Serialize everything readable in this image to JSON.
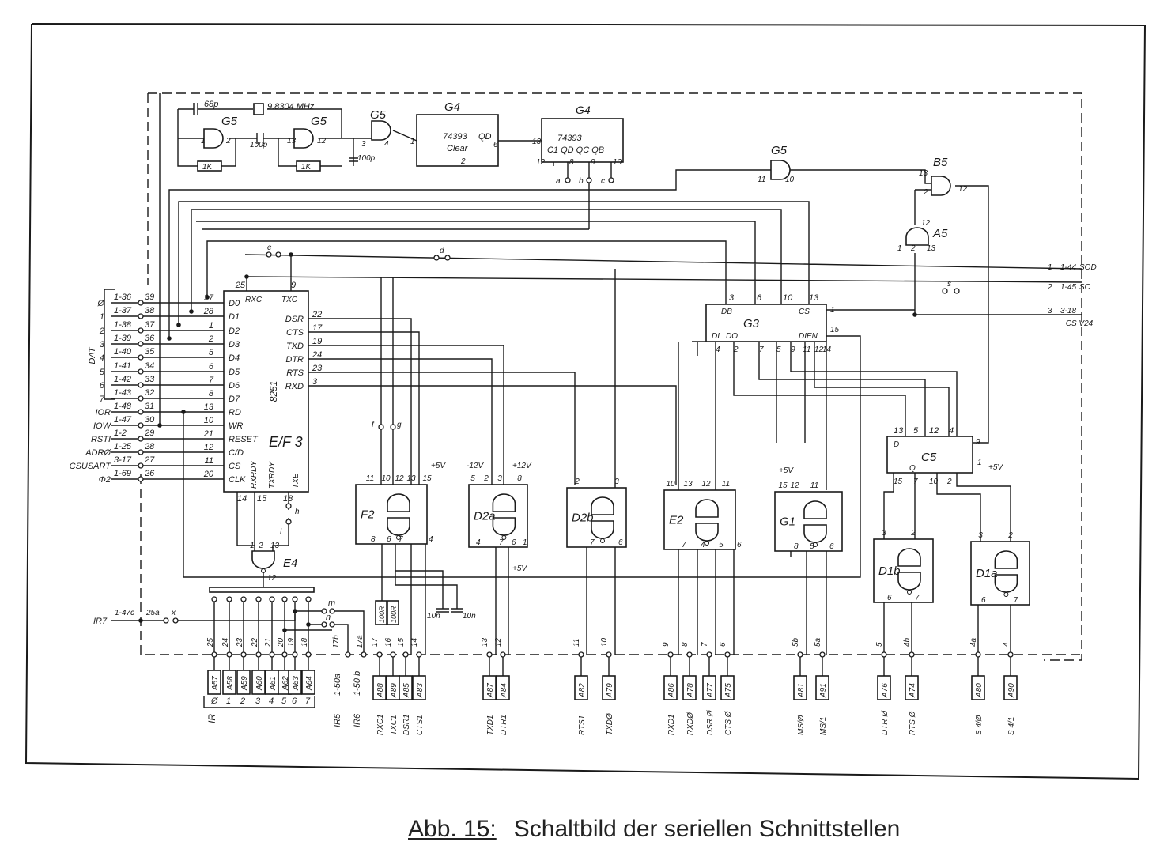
{
  "caption": {
    "number": "Abb. 15:",
    "title": "Schaltbild der seriellen Schnittstellen"
  },
  "oscillator": {
    "c1": "68p",
    "crystal": "9.8304 MHz",
    "c2": "100p",
    "c3": "100p",
    "r1": "1K",
    "r2": "1K",
    "gate1": "G5",
    "gate2": "G5",
    "gate3": "G5",
    "p1": "1",
    "p2": "2",
    "p13": "13",
    "p12": "12",
    "p3": "3",
    "p4": "4"
  },
  "counter1": {
    "name": "G4",
    "type": "74393",
    "out": "QD",
    "clear": "Clear",
    "pin_in": "1",
    "pin_out": "6",
    "pin_clr": "2"
  },
  "counter2": {
    "name": "G4",
    "type": "74393",
    "pins": "C1  QD  QC  QB",
    "pin_in": "13",
    "pin_c1": "12",
    "p8": "8",
    "p9": "9",
    "p10": "10",
    "a": "a",
    "b": "b",
    "c": "c"
  },
  "uart": {
    "chip": "8251",
    "ref": "E/F 3",
    "left_pins": [
      {
        "num": "27",
        "name": "D0"
      },
      {
        "num": "28",
        "name": "D1"
      },
      {
        "num": "1",
        "name": "D2"
      },
      {
        "num": "2",
        "name": "D3"
      },
      {
        "num": "5",
        "name": "D4"
      },
      {
        "num": "6",
        "name": "D5"
      },
      {
        "num": "7",
        "name": "D6"
      },
      {
        "num": "8",
        "name": "D7"
      },
      {
        "num": "13",
        "name": "RD"
      },
      {
        "num": "10",
        "name": "WR"
      },
      {
        "num": "21",
        "name": "RESET"
      },
      {
        "num": "12",
        "name": "C/D"
      },
      {
        "num": "11",
        "name": "CS"
      },
      {
        "num": "20",
        "name": "CLK"
      }
    ],
    "right_pins": [
      {
        "num": "22",
        "name": "DSR"
      },
      {
        "num": "17",
        "name": "CTS"
      },
      {
        "num": "19",
        "name": "TXD"
      },
      {
        "num": "24",
        "name": "DTR"
      },
      {
        "num": "23",
        "name": "RTS"
      },
      {
        "num": "3",
        "name": "RXD"
      }
    ],
    "top_pins": [
      {
        "num": "25",
        "name": "RXC"
      },
      {
        "num": "9",
        "name": "TXC"
      }
    ],
    "bottom_pins": [
      {
        "num": "14",
        "name": "RXRDY"
      },
      {
        "num": "15",
        "name": "TXRDY"
      },
      {
        "num": "18",
        "name": "TXE"
      }
    ]
  },
  "bus": {
    "group_label": "DAT",
    "rows": [
      {
        "signal": "Ø",
        "contact": "1-36",
        "pin": "39"
      },
      {
        "signal": "1",
        "contact": "1-37",
        "pin": "38"
      },
      {
        "signal": "2",
        "contact": "1-38",
        "pin": "37"
      },
      {
        "signal": "3",
        "contact": "1-39",
        "pin": "36"
      },
      {
        "signal": "4",
        "contact": "1-40",
        "pin": "35"
      },
      {
        "signal": "5",
        "contact": "1-41",
        "pin": "34"
      },
      {
        "signal": "6",
        "contact": "1-42",
        "pin": "33"
      },
      {
        "signal": "7",
        "contact": "1-43",
        "pin": "32"
      },
      {
        "signal": "IOR",
        "contact": "1-48",
        "pin": "31"
      },
      {
        "signal": "IOW",
        "contact": "1-47",
        "pin": "30"
      },
      {
        "signal": "RSTI",
        "contact": "1-2",
        "pin": "29"
      },
      {
        "signal": "ADRØ",
        "contact": "1-25",
        "pin": "28"
      },
      {
        "signal": "CSUSART",
        "contact": "3-17",
        "pin": "27"
      },
      {
        "signal": "Φ2",
        "contact": "1-69",
        "pin": "26"
      }
    ]
  },
  "g3": {
    "name": "G3",
    "db": "DB",
    "di": "DI",
    "do": "DO",
    "cs": "CS",
    "dien": "DIEN",
    "top_pins": [
      "3",
      "6",
      "10",
      "13"
    ],
    "pin1": "1",
    "pin15": "15",
    "bottom_pins": [
      "4",
      "2",
      "7",
      "5",
      "9",
      "11",
      "12",
      "14"
    ]
  },
  "logic": {
    "g5": "G5",
    "g5_in": "11",
    "g5_out": "10",
    "b5": "B5",
    "b5_in": "13",
    "b5_in2": "2",
    "b5_out": "12",
    "a5": "A5",
    "a5_out": "12",
    "a5_in": [
      "1",
      "2",
      "13"
    ]
  },
  "right_outputs": [
    {
      "pin": "1",
      "contact": "1-44",
      "signal": "SOD"
    },
    {
      "pin": "2",
      "contact": "1-45",
      "signal": "SC"
    },
    {
      "pin": "3",
      "contact": "3-18",
      "signal": "CS V24"
    }
  ],
  "jumpers": {
    "e": "e",
    "d": "d",
    "s": "s",
    "f": "f",
    "g": "g",
    "h": "h",
    "i": "i",
    "m": "m",
    "n": "n",
    "x": "x"
  },
  "drivers": [
    {
      "name": "F2",
      "top": [
        "11",
        "10",
        "12",
        "13",
        "15"
      ],
      "bottom": [
        "8",
        "6",
        "7",
        "4"
      ],
      "supply": "+5V"
    },
    {
      "name": "D2a",
      "top": [
        "5",
        "2",
        "3",
        "8"
      ],
      "bottom": [
        "4",
        "7",
        "6",
        "1"
      ],
      "supply": "-12V",
      "supply2": "+12V",
      "supply3": "+5V"
    },
    {
      "name": "D2b",
      "top": [
        "2",
        "3"
      ],
      "bottom": [
        "7",
        "6"
      ]
    },
    {
      "name": "E2",
      "top": [
        "10",
        "13",
        "12",
        "11"
      ],
      "bottom": [
        "7",
        "4",
        "5",
        "6"
      ]
    },
    {
      "name": "G1",
      "top": [
        "15",
        "12",
        "11"
      ],
      "bottom": [
        "8",
        "5",
        "6"
      ],
      "supply": "+5V"
    },
    {
      "name": "D1b",
      "top": [
        "3",
        "2"
      ],
      "bottom": [
        "6",
        "7"
      ]
    },
    {
      "name": "D1a",
      "top": [
        "3",
        "2"
      ],
      "bottom": [
        "6",
        "7"
      ]
    }
  ],
  "c5": {
    "name": "C5",
    "d": "D",
    "q": "Q",
    "top": [
      "13",
      "5",
      "12",
      "4"
    ],
    "pin9": "9",
    "pin1": "1",
    "supply": "+5V",
    "bottom": [
      "15",
      "7",
      "10",
      "2"
    ]
  },
  "e4": {
    "name": "E4",
    "in": [
      "1",
      "2",
      "13"
    ],
    "out": "12"
  },
  "passives": {
    "r100a": "100R",
    "r100b": "100R",
    "c10a": "10n",
    "c10b": "10n"
  },
  "interrupt": {
    "signal": "IR7",
    "contact": "1-47c",
    "pin": "25a"
  },
  "ir_connectors": {
    "group_label": "IR",
    "items": [
      {
        "pin": "25",
        "box": "A57",
        "num": "Ø"
      },
      {
        "pin": "24",
        "box": "A58",
        "num": "1"
      },
      {
        "pin": "23",
        "box": "A59",
        "num": "2"
      },
      {
        "pin": "22",
        "box": "A60",
        "num": "3"
      },
      {
        "pin": "21",
        "box": "A61",
        "num": "4"
      },
      {
        "pin": "20",
        "box": "A62",
        "num": "5"
      },
      {
        "pin": "19",
        "box": "A63",
        "num": "6"
      },
      {
        "pin": "18",
        "box": "A64",
        "num": "7"
      }
    ],
    "ir5": {
      "pin": "17b",
      "contact": "1-50a",
      "signal": "IR5"
    },
    "ir6": {
      "pin": "17a",
      "contact": "1-50 b",
      "signal": "IR6"
    }
  },
  "connectors": [
    {
      "pin": "17",
      "box": "A88",
      "signal": "RXC1"
    },
    {
      "pin": "16",
      "box": "A89",
      "signal": "TXC1"
    },
    {
      "pin": "15",
      "box": "A85",
      "signal": "DSR1"
    },
    {
      "pin": "14",
      "box": "A83",
      "signal": "CTS1"
    },
    {
      "pin": "13",
      "box": "A87",
      "signal": "TXD1"
    },
    {
      "pin": "12",
      "box": "A84",
      "signal": "DTR1"
    },
    {
      "pin": "11",
      "box": "A82",
      "signal": "RTS1"
    },
    {
      "pin": "10",
      "box": "A79",
      "signal": "TXDØ"
    },
    {
      "pin": "9",
      "box": "A86",
      "signal": "RXD1"
    },
    {
      "pin": "8",
      "box": "A78",
      "signal": "RXDØ"
    },
    {
      "pin": "7",
      "box": "A77",
      "signal": "DSR Ø"
    },
    {
      "pin": "6",
      "box": "A75",
      "signal": "CTS Ø"
    },
    {
      "pin": "5b",
      "box": "A81",
      "signal": "MS/Ø"
    },
    {
      "pin": "5a",
      "box": "A91",
      "signal": "MS/1"
    },
    {
      "pin": "5",
      "box": "A76",
      "signal": "DTR Ø"
    },
    {
      "pin": "4b",
      "box": "A74",
      "signal": "RTS Ø"
    },
    {
      "pin": "4a",
      "box": "A80",
      "signal": "S 4/Ø"
    },
    {
      "pin": "4",
      "box": "A90",
      "signal": "S 4/1"
    }
  ]
}
